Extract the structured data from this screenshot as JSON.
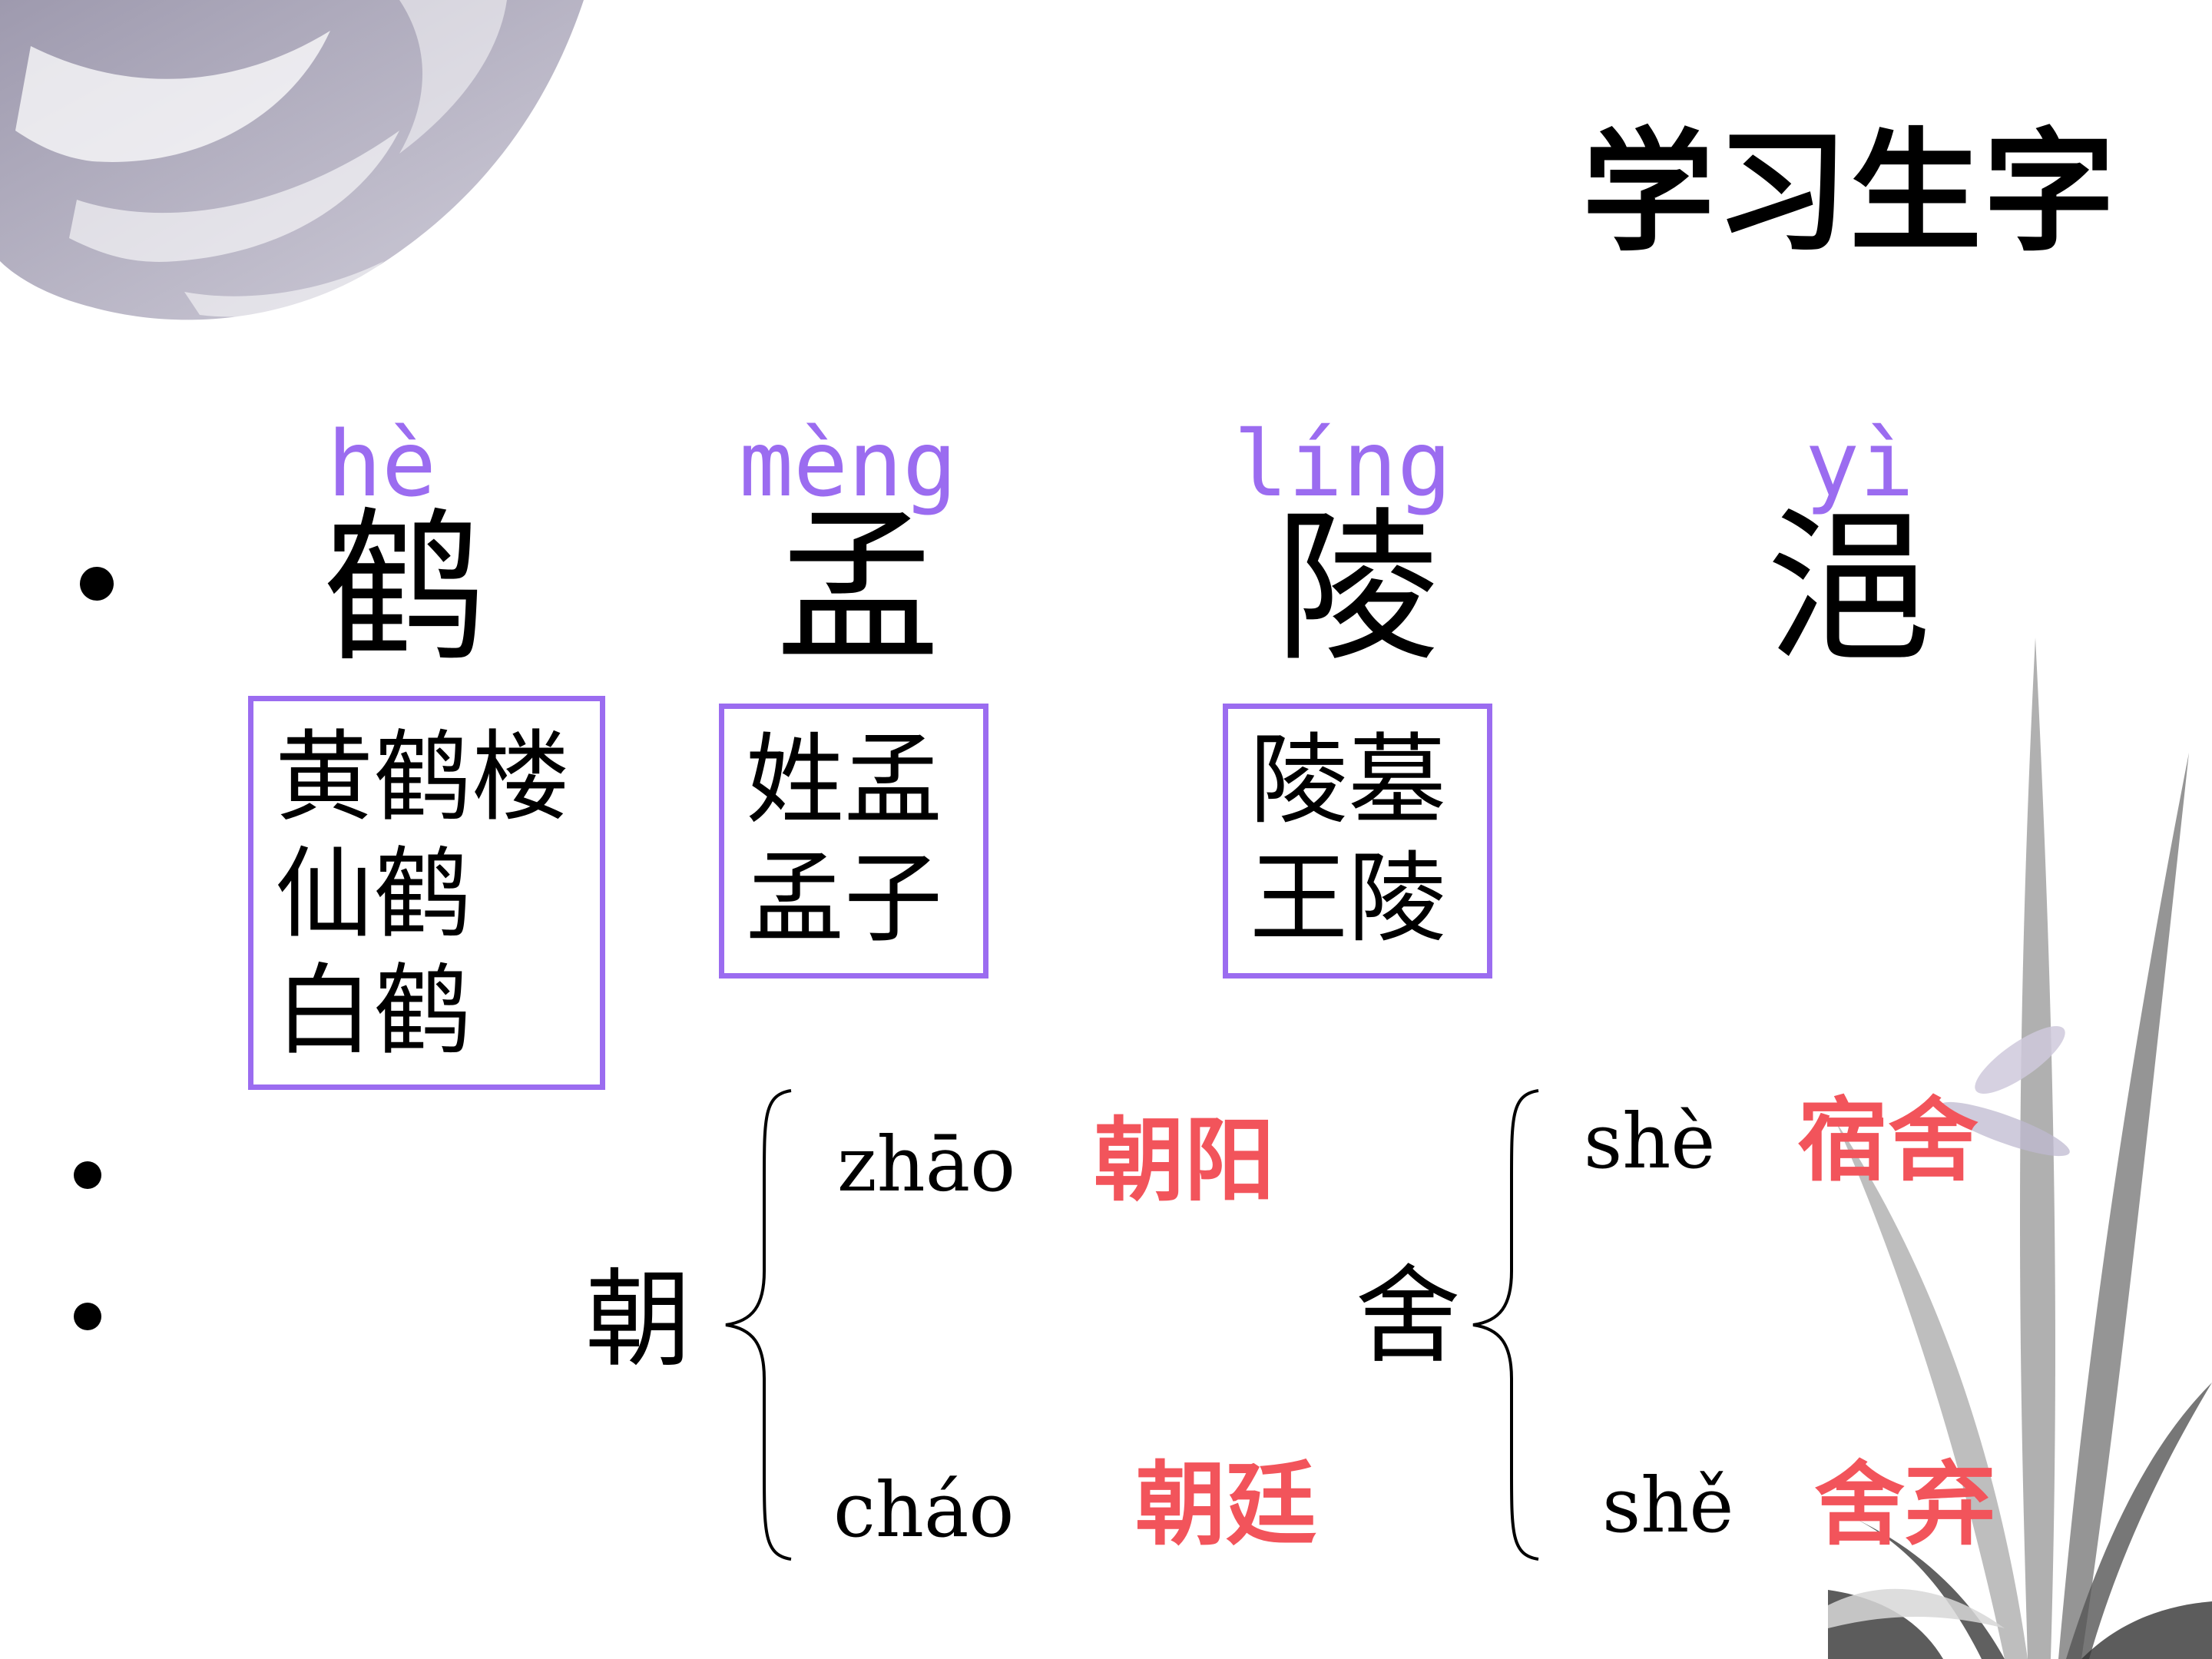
{
  "slide": {
    "title": "学习生字",
    "colors": {
      "accent": "#9b6cf0",
      "highlight": "#f2545b",
      "text": "#000000"
    }
  },
  "characters": [
    {
      "pinyin": "hè",
      "char": "鹤",
      "words": [
        "黄鹤楼",
        "仙鹤",
        "白鹤"
      ]
    },
    {
      "pinyin": "mèng",
      "char": "孟",
      "words": [
        "姓孟",
        "孟子"
      ]
    },
    {
      "pinyin": "líng",
      "char": "陵",
      "words": [
        "陵墓",
        "王陵"
      ]
    },
    {
      "pinyin": "yì",
      "char": "浥",
      "words": []
    }
  ],
  "polyphones": [
    {
      "char": "朝",
      "readings": [
        {
          "pinyin": "zhāo",
          "word": "朝阳"
        },
        {
          "pinyin": "cháo",
          "word": "朝廷"
        }
      ]
    },
    {
      "char": "舍",
      "readings": [
        {
          "pinyin": "shè",
          "word": "宿舍"
        },
        {
          "pinyin": "shě",
          "word": "舍弃"
        }
      ]
    }
  ]
}
